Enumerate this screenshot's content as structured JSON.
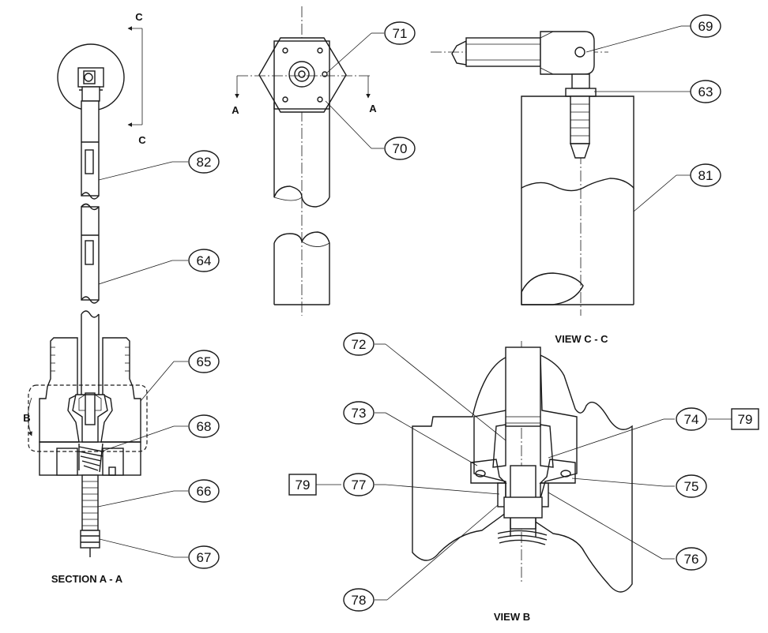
{
  "views": {
    "section_aa": "SECTION A - A",
    "view_cc": "VIEW C - C",
    "view_b": "VIEW B"
  },
  "markers": {
    "c_top": "C",
    "c_bottom": "C",
    "a_left": "A",
    "a_right": "A",
    "b": "B"
  },
  "callouts": {
    "c82": "82",
    "c64": "64",
    "c65": "65",
    "c68": "68",
    "c66": "66",
    "c67": "67",
    "c71": "71",
    "c70": "70",
    "c69": "69",
    "c63": "63",
    "c81": "81",
    "c72": "72",
    "c73": "73",
    "c74": "74",
    "c79a": "79",
    "c77": "77",
    "c79b": "79",
    "c75": "75",
    "c76": "76",
    "c78": "78"
  }
}
